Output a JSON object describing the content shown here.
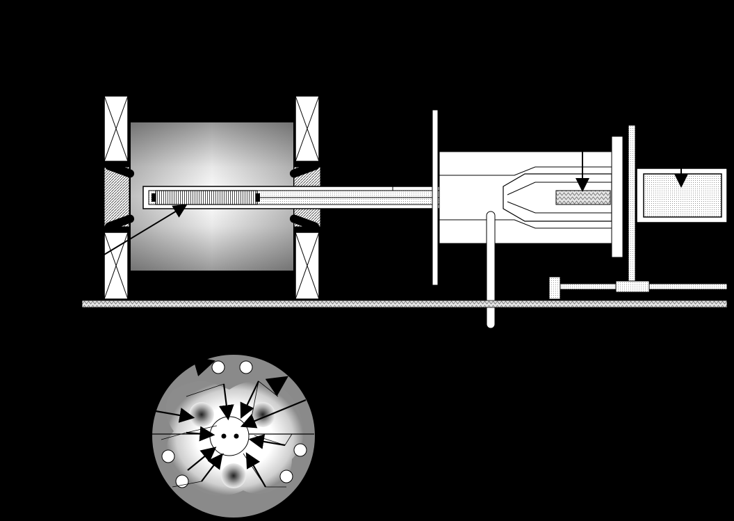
{
  "colors": {
    "background": "#000000",
    "white": "#ffffff",
    "grey_dark": "#8a8a8a",
    "grey_light": "#c8c8c8",
    "hatch": "#bdbdbd"
  },
  "components": [
    "magnet-coil-left",
    "magnet-coil-right",
    "magnet-bore",
    "sample-tube",
    "probe-housing",
    "detector-box",
    "base-rail",
    "cross-section"
  ]
}
